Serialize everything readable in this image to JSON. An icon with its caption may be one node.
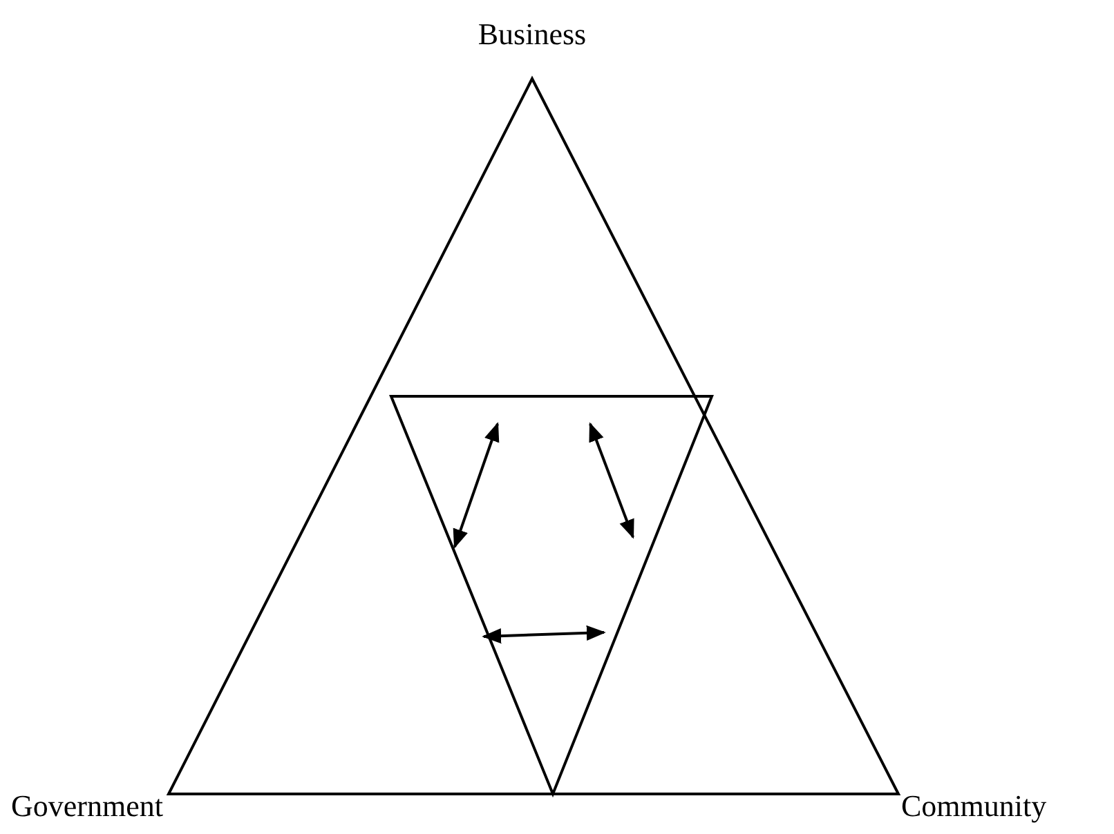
{
  "diagram": {
    "labels": [
      "Business",
      "Government",
      "Community"
    ]
  }
}
